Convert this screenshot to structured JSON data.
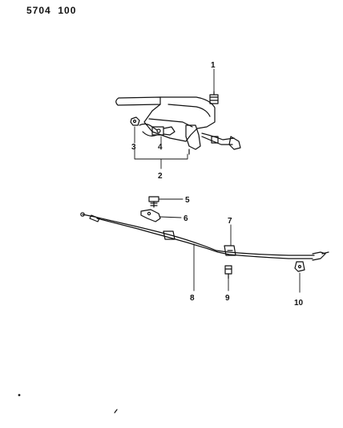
{
  "header": {
    "code": "5704  100"
  },
  "diagram": {
    "callouts": [
      "1",
      "2",
      "3",
      "4",
      "5",
      "6",
      "7",
      "8",
      "9",
      "10"
    ]
  }
}
